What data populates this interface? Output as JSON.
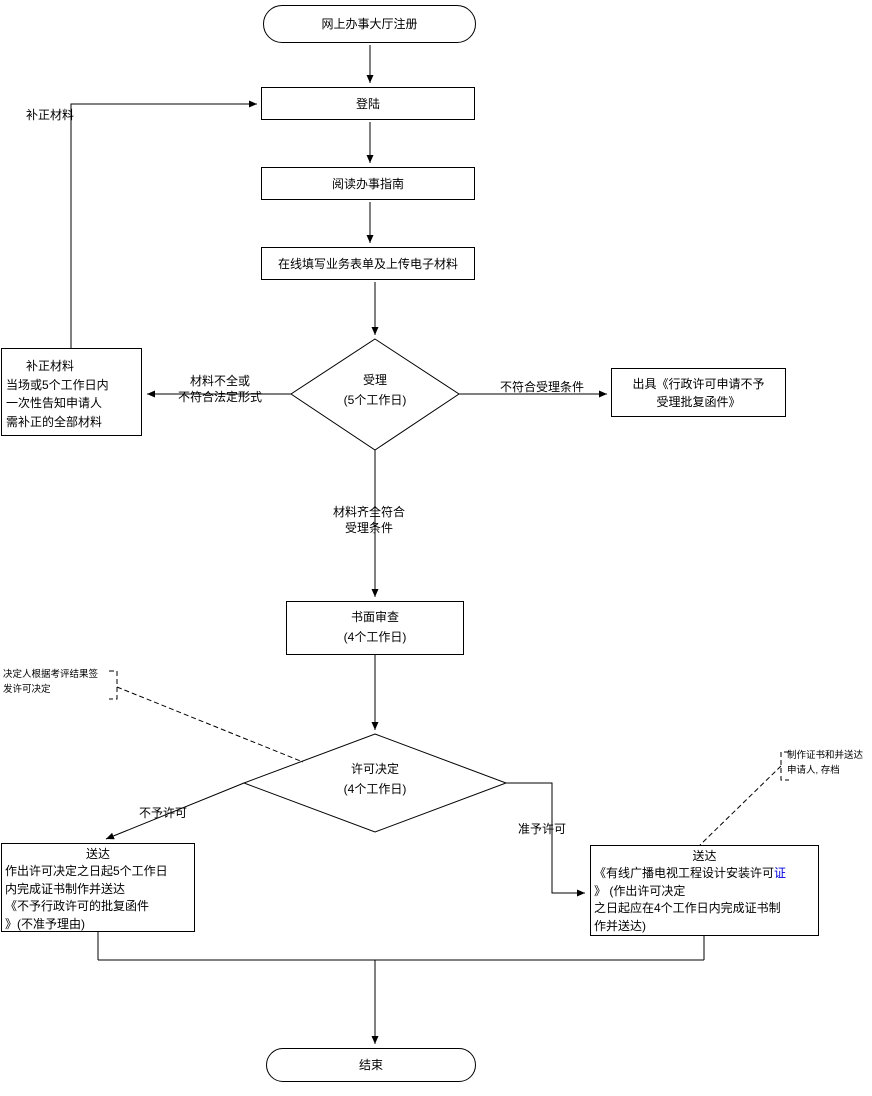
{
  "nodes": {
    "start": {
      "label": "网上办事大厅注册",
      "shape": "terminator"
    },
    "login": {
      "label": "登陆",
      "shape": "process"
    },
    "read_guide": {
      "label": "阅读办事指南",
      "shape": "process"
    },
    "fill_form": {
      "label": "在线填写业务表单及上传电子材料",
      "shape": "process"
    },
    "accept_check": {
      "label": "受理\n(5个工作日)",
      "shape": "decision"
    },
    "supplement_materials": {
      "text": "      补正材料\n当场或5个工作日内\n一次性告知申请人\n需补正的全部材料",
      "shape": "process"
    },
    "reject_notice": {
      "label": "出具《行政许可申请不予\n受理批复函件》",
      "shape": "process"
    },
    "written_review": {
      "label": "书面审查\n(4个工作日)",
      "shape": "process"
    },
    "permit_decision": {
      "label": "许可决定\n(4个工作日)",
      "shape": "decision"
    },
    "deny_delivery": {
      "title": "送达",
      "body": "作出许可决定之日起5个工作日\n内完成证书制作并送达\n《不予行政许可的批复函件\n》(不准予理由)",
      "shape": "process"
    },
    "grant_delivery": {
      "title": "送达",
      "body_line1_black": "《有线广播电视工程设计安装许可",
      "body_line1_blue": "证",
      "body_rest": "\n》 (作出许可决定\n之日起应在4个工作日内完成证书制\n作并送达)",
      "shape": "process"
    },
    "end": {
      "label": "结束",
      "shape": "terminator"
    }
  },
  "edge_labels": {
    "supplement_loop": "补正材料",
    "incomplete": "材料不全或\n不符合法定形式",
    "not_qualified": "不符合受理条件",
    "qualified": "材料齐全符合\n受理条件",
    "deny": "不予许可",
    "grant": "准予许可"
  },
  "annotations": {
    "decision_note": "决定人根据考评结果签\n发许可决定",
    "deliver_note": "制作证书和并送达\n申请人, 存档"
  },
  "colors": {
    "line": "#000000",
    "text": "#000000",
    "highlight_blue": "#0000dd",
    "background": "#ffffff"
  }
}
